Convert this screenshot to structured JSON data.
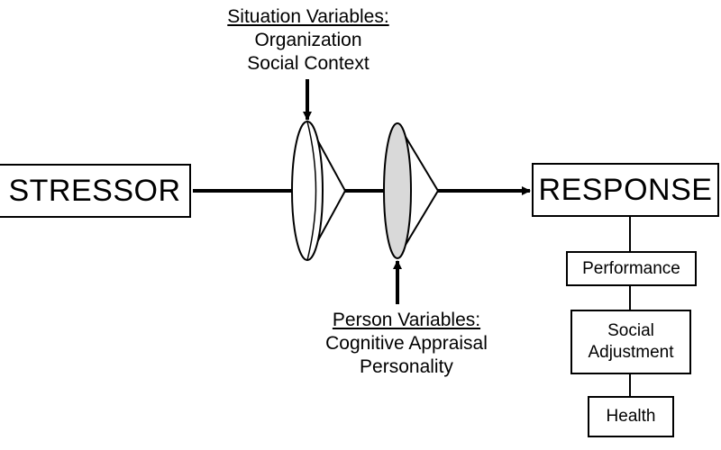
{
  "stressor": "STRESSOR",
  "response": "RESPONSE",
  "situation": {
    "heading": "Situation Variables:",
    "lines": [
      "Organization",
      "Social Context"
    ]
  },
  "person": {
    "heading": "Person Variables:",
    "lines": [
      "Cognitive Appraisal",
      "Personality"
    ]
  },
  "outcomes": [
    "Performance",
    "Social Adjustment",
    "Health"
  ],
  "colors": {
    "filter_fill": "#d9d9d9",
    "line": "#000000"
  }
}
